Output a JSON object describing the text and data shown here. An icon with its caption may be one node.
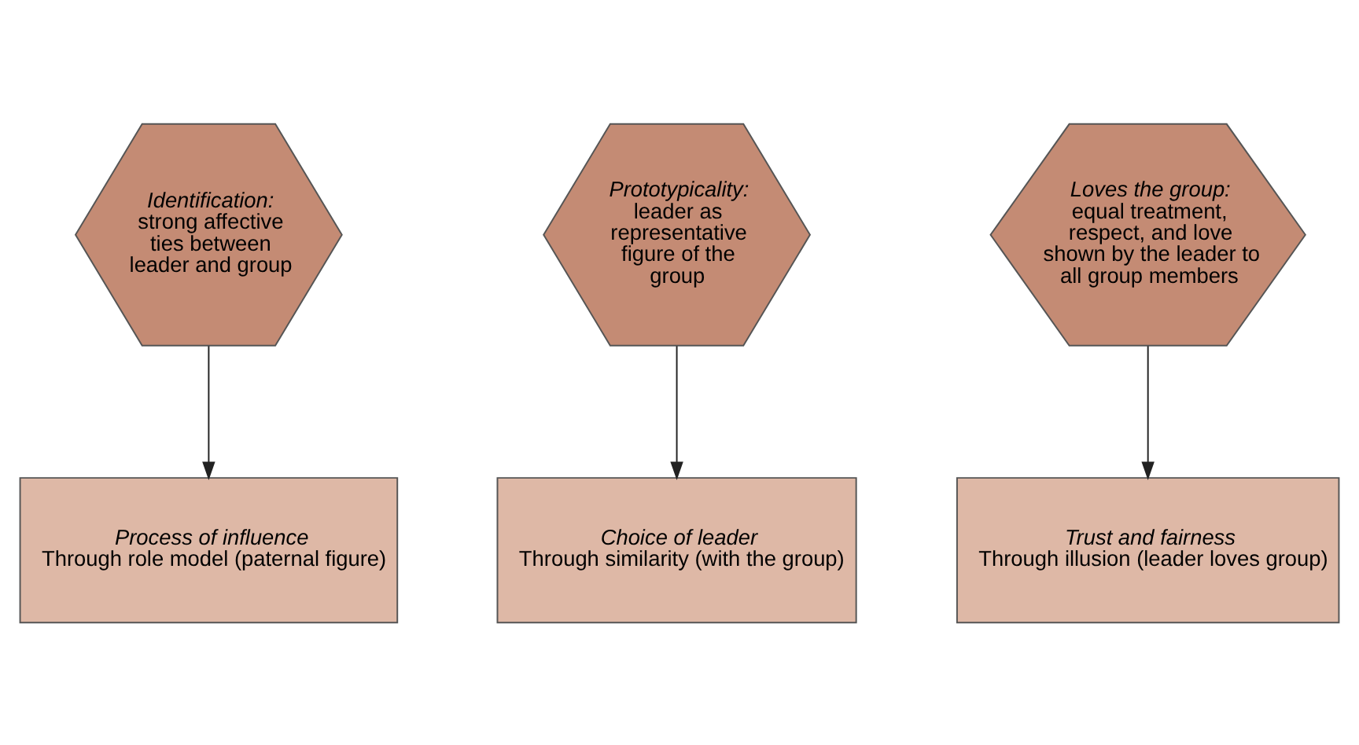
{
  "diagram": {
    "nodes": [
      {
        "text": [
          "Identification:",
          "strong affective ties between leader and group"
        ]
      },
      {
        "text": [
          "Prototypicality:",
          "leader as representative figure of the group"
        ]
      },
      {
        "text": [
          "Loves the group:",
          "equal treatment, respect, and love shown by the leader to all group members"
        ]
      },
      {
        "text": [
          "Process of influence",
          "Through role model (paternal figure)"
        ]
      },
      {
        "text": [
          "Choice of leader",
          "Through similarity (with the group)"
        ]
      },
      {
        "text": [
          "Trust and fairness",
          "Through illusion (leader loves group)"
        ]
      }
    ],
    "edges": [
      {
        "from": 0,
        "to": 3,
        "arrow": "to"
      },
      {
        "from": 1,
        "to": 4,
        "arrow": "to"
      },
      {
        "from": 2,
        "to": 5,
        "arrow": "to"
      }
    ]
  }
}
